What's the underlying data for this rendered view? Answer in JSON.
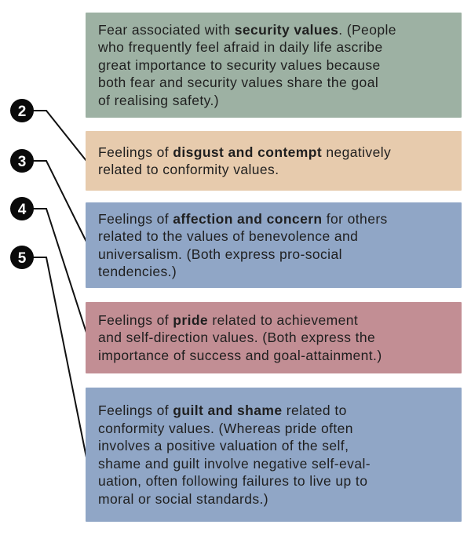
{
  "background": "#ffffff",
  "text_color": "#1f1f1f",
  "line_color": "#111111",
  "marker_fill": "#0a0a0a",
  "marker_number_color": "#ffffff",
  "markers": [
    {
      "label": "2"
    },
    {
      "label": "3"
    },
    {
      "label": "4"
    },
    {
      "label": "5"
    }
  ],
  "boxes": [
    {
      "name": "security-values",
      "color": "#9db1a3",
      "line1": {
        "pre": "Fear associated with ",
        "bold": "security values",
        "post": ". (People"
      },
      "lines": [
        "who frequently feel afraid in daily life ascribe",
        "great importance to security values because",
        "both fear and security values share the goal",
        "of realising safety.)"
      ]
    },
    {
      "name": "disgust-contempt",
      "color": "#e7cbad",
      "line1": {
        "pre": "Feelings of ",
        "bold": "disgust and contempt",
        "post": " negatively"
      },
      "lines": [
        "related to conformity values."
      ]
    },
    {
      "name": "affection-concern",
      "color": "#90a6c6",
      "line1": {
        "pre": "Feelings of ",
        "bold": "affection and concern",
        "post": " for others"
      },
      "lines": [
        "related to the values of benevolence and",
        "universalism. (Both express pro-social",
        "tendencies.)"
      ]
    },
    {
      "name": "pride",
      "color": "#c28e94",
      "line1": {
        "pre": "Feelings of ",
        "bold": "pride",
        "post": " related to achievement"
      },
      "lines": [
        "and self-direction values. (Both express the",
        "importance of success and goal-attainment.)"
      ]
    },
    {
      "name": "guilt-shame",
      "color": "#90a6c6",
      "line1": {
        "pre": "Feelings of ",
        "bold": "guilt and shame",
        "post": " related to"
      },
      "lines": [
        "conformity values. (Whereas pride often",
        "involves a positive valuation of the self,",
        "shame and guilt involve negative self-eval-",
        "uation, often following failures to live up to",
        "moral or social standards.)"
      ]
    }
  ]
}
